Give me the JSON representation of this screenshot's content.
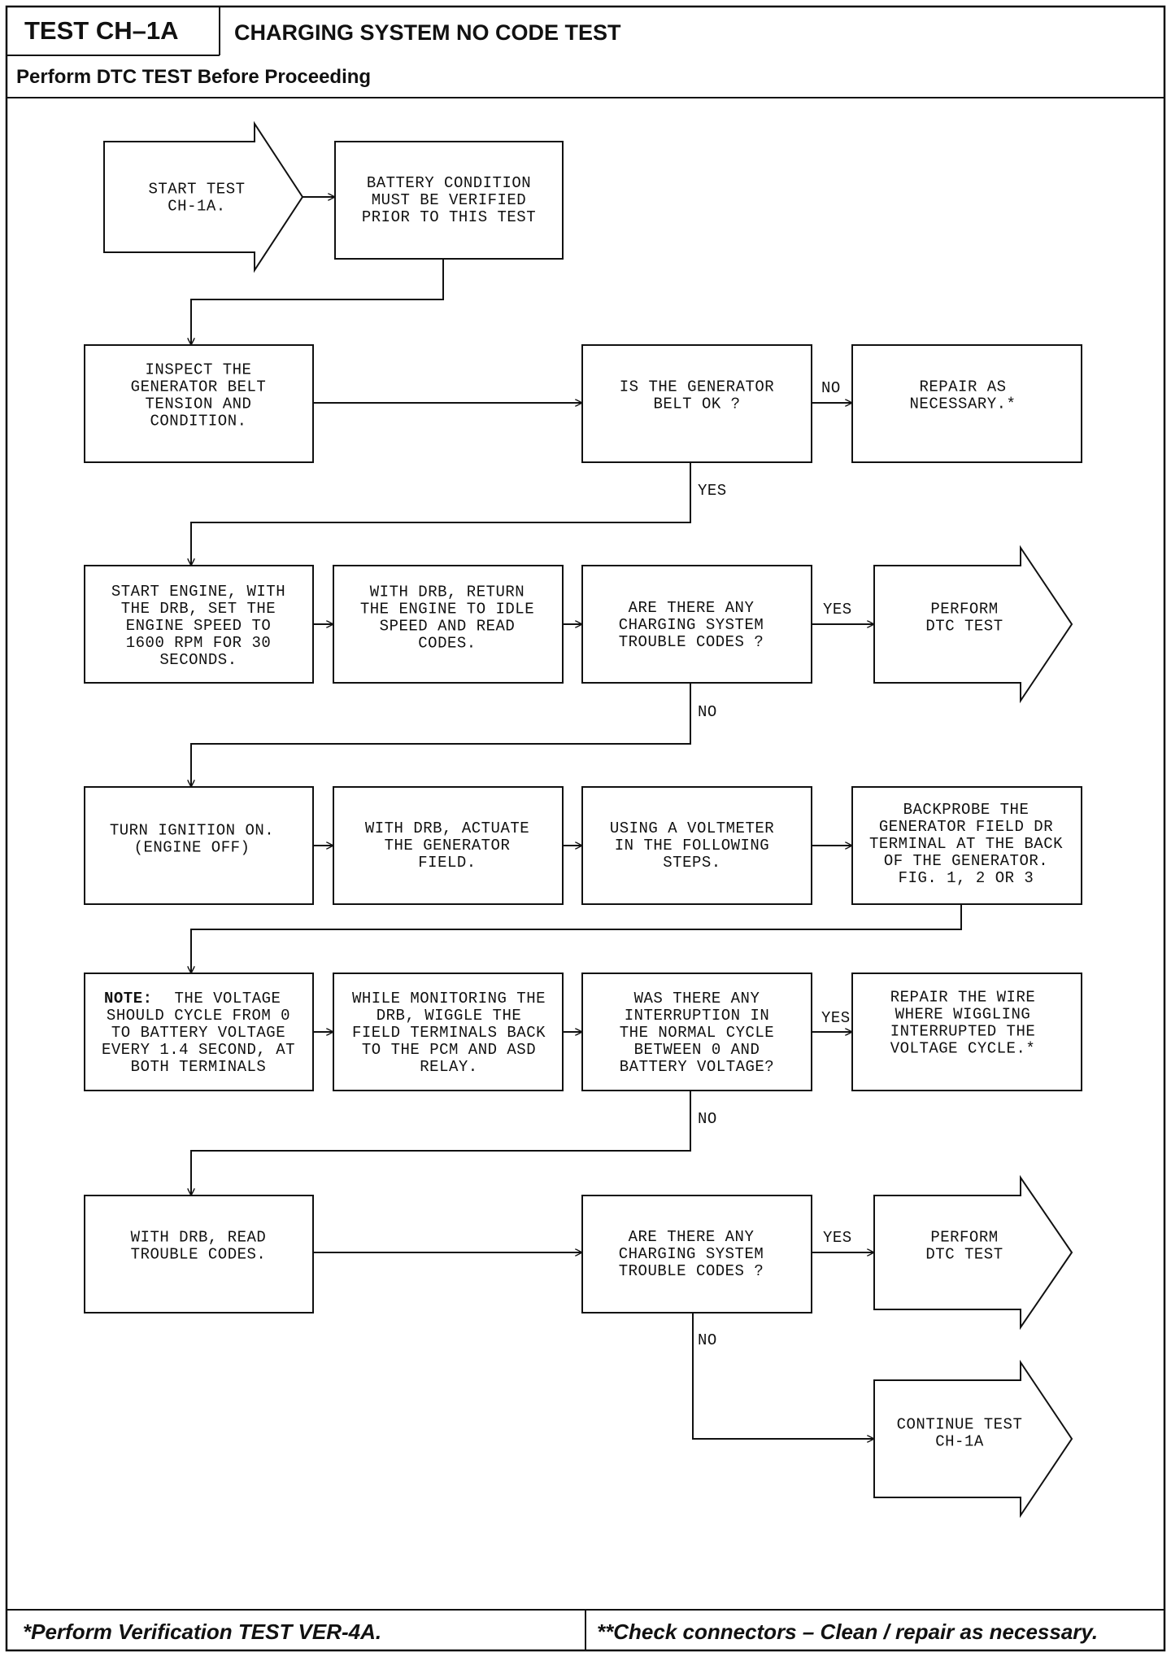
{
  "header": {
    "test_id": "TEST CH–1A",
    "title": "CHARGING SYSTEM NO CODE TEST",
    "subtitle": "Perform DTC TEST Before Proceeding"
  },
  "nodes": {
    "start": [
      "START TEST",
      "CH-1A."
    ],
    "battery": [
      "BATTERY CONDITION",
      "MUST BE VERIFIED",
      "PRIOR TO THIS TEST"
    ],
    "inspect_belt": [
      "INSPECT THE",
      "GENERATOR BELT",
      "TENSION AND",
      "CONDITION."
    ],
    "belt_ok": [
      "IS THE GENERATOR",
      "BELT OK ?"
    ],
    "repair_belt": [
      "REPAIR AS",
      "NECESSARY.*"
    ],
    "start_engine": [
      "START ENGINE, WITH",
      "THE DRB, SET THE",
      "ENGINE SPEED TO",
      "1600 RPM FOR 30",
      "SECONDS."
    ],
    "return_idle": [
      "WITH DRB, RETURN",
      "THE ENGINE TO IDLE",
      "SPEED AND READ",
      "CODES."
    ],
    "codes_q1": [
      "ARE THERE ANY",
      "CHARGING SYSTEM",
      "TROUBLE CODES ?"
    ],
    "perform_dtc_1": [
      "PERFORM",
      "DTC TEST"
    ],
    "ignition_on": [
      "TURN IGNITION ON.",
      "(ENGINE OFF)"
    ],
    "actuate_field": [
      "WITH DRB, ACTUATE",
      "THE GENERATOR",
      "FIELD."
    ],
    "voltmeter": [
      "USING A VOLTMETER",
      "IN THE FOLLOWING",
      "STEPS."
    ],
    "backprobe": [
      "BACKPROBE THE",
      "GENERATOR FIELD DR",
      "TERMINAL AT THE BACK",
      "OF THE GENERATOR.",
      "FIG. 1, 2 OR 3"
    ],
    "note_label": "NOTE:",
    "note": [
      "THE VOLTAGE",
      "SHOULD CYCLE FROM 0",
      "TO BATTERY VOLTAGE",
      "EVERY 1.4 SECOND, AT",
      "BOTH TERMINALS"
    ],
    "wiggle": [
      "WHILE MONITORING THE",
      "DRB, WIGGLE THE",
      "FIELD TERMINALS BACK",
      "TO THE PCM AND ASD",
      "RELAY."
    ],
    "interruption_q": [
      "WAS THERE ANY",
      "INTERRUPTION IN",
      "THE NORMAL CYCLE",
      "BETWEEN 0 AND",
      "BATTERY VOLTAGE?"
    ],
    "repair_wire": [
      "REPAIR THE WIRE",
      "WHERE WIGGLING",
      "INTERRUPTED THE",
      "VOLTAGE CYCLE.*"
    ],
    "read_codes": [
      "WITH DRB, READ",
      "TROUBLE CODES."
    ],
    "codes_q2": [
      "ARE THERE ANY",
      "CHARGING SYSTEM",
      "TROUBLE CODES ?"
    ],
    "perform_dtc_2": [
      "PERFORM",
      "DTC TEST"
    ],
    "continue": [
      "CONTINUE TEST",
      "CH-1A"
    ]
  },
  "edge_labels": {
    "belt_no": "NO",
    "belt_yes": "YES",
    "codes1_yes": "YES",
    "codes1_no": "NO",
    "interrupt_yes": "YES",
    "interrupt_no": "NO",
    "codes2_yes": "YES",
    "codes2_no": "NO"
  },
  "footer": {
    "left": "*Perform Verification TEST VER-4A.",
    "right": "**Check connectors – Clean / repair as necessary."
  }
}
